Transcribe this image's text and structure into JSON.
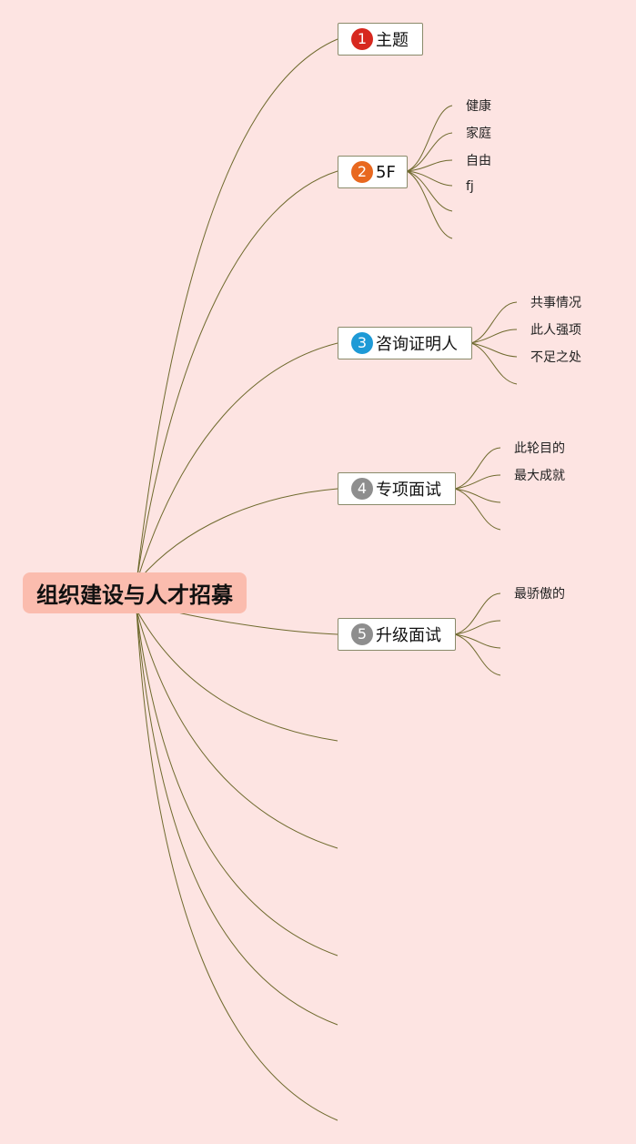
{
  "root": {
    "label": "组织建设与人才招募"
  },
  "topics": [
    {
      "number": "1",
      "label": "主题",
      "badge_color": "#d7281f"
    },
    {
      "number": "2",
      "label": "5F",
      "badge_color": "#e8681f"
    },
    {
      "number": "3",
      "label": "咨询证明人",
      "badge_color": "#1e9ad6"
    },
    {
      "number": "4",
      "label": "专项面试",
      "badge_color": "#8e8e8e"
    },
    {
      "number": "5",
      "label": "升级面试",
      "badge_color": "#8e8e8e"
    }
  ],
  "subtopics": {
    "t2": [
      "健康",
      "家庭",
      "自由",
      "fj"
    ],
    "t3": [
      "共事情况",
      "此人强项",
      "不足之处"
    ],
    "t4": [
      "此轮目的",
      "最大成就"
    ],
    "t5": [
      "最骄傲的"
    ]
  },
  "colors": {
    "background": "#fde4e2",
    "root": "#fbbcae",
    "line": "#6f6a2e"
  }
}
